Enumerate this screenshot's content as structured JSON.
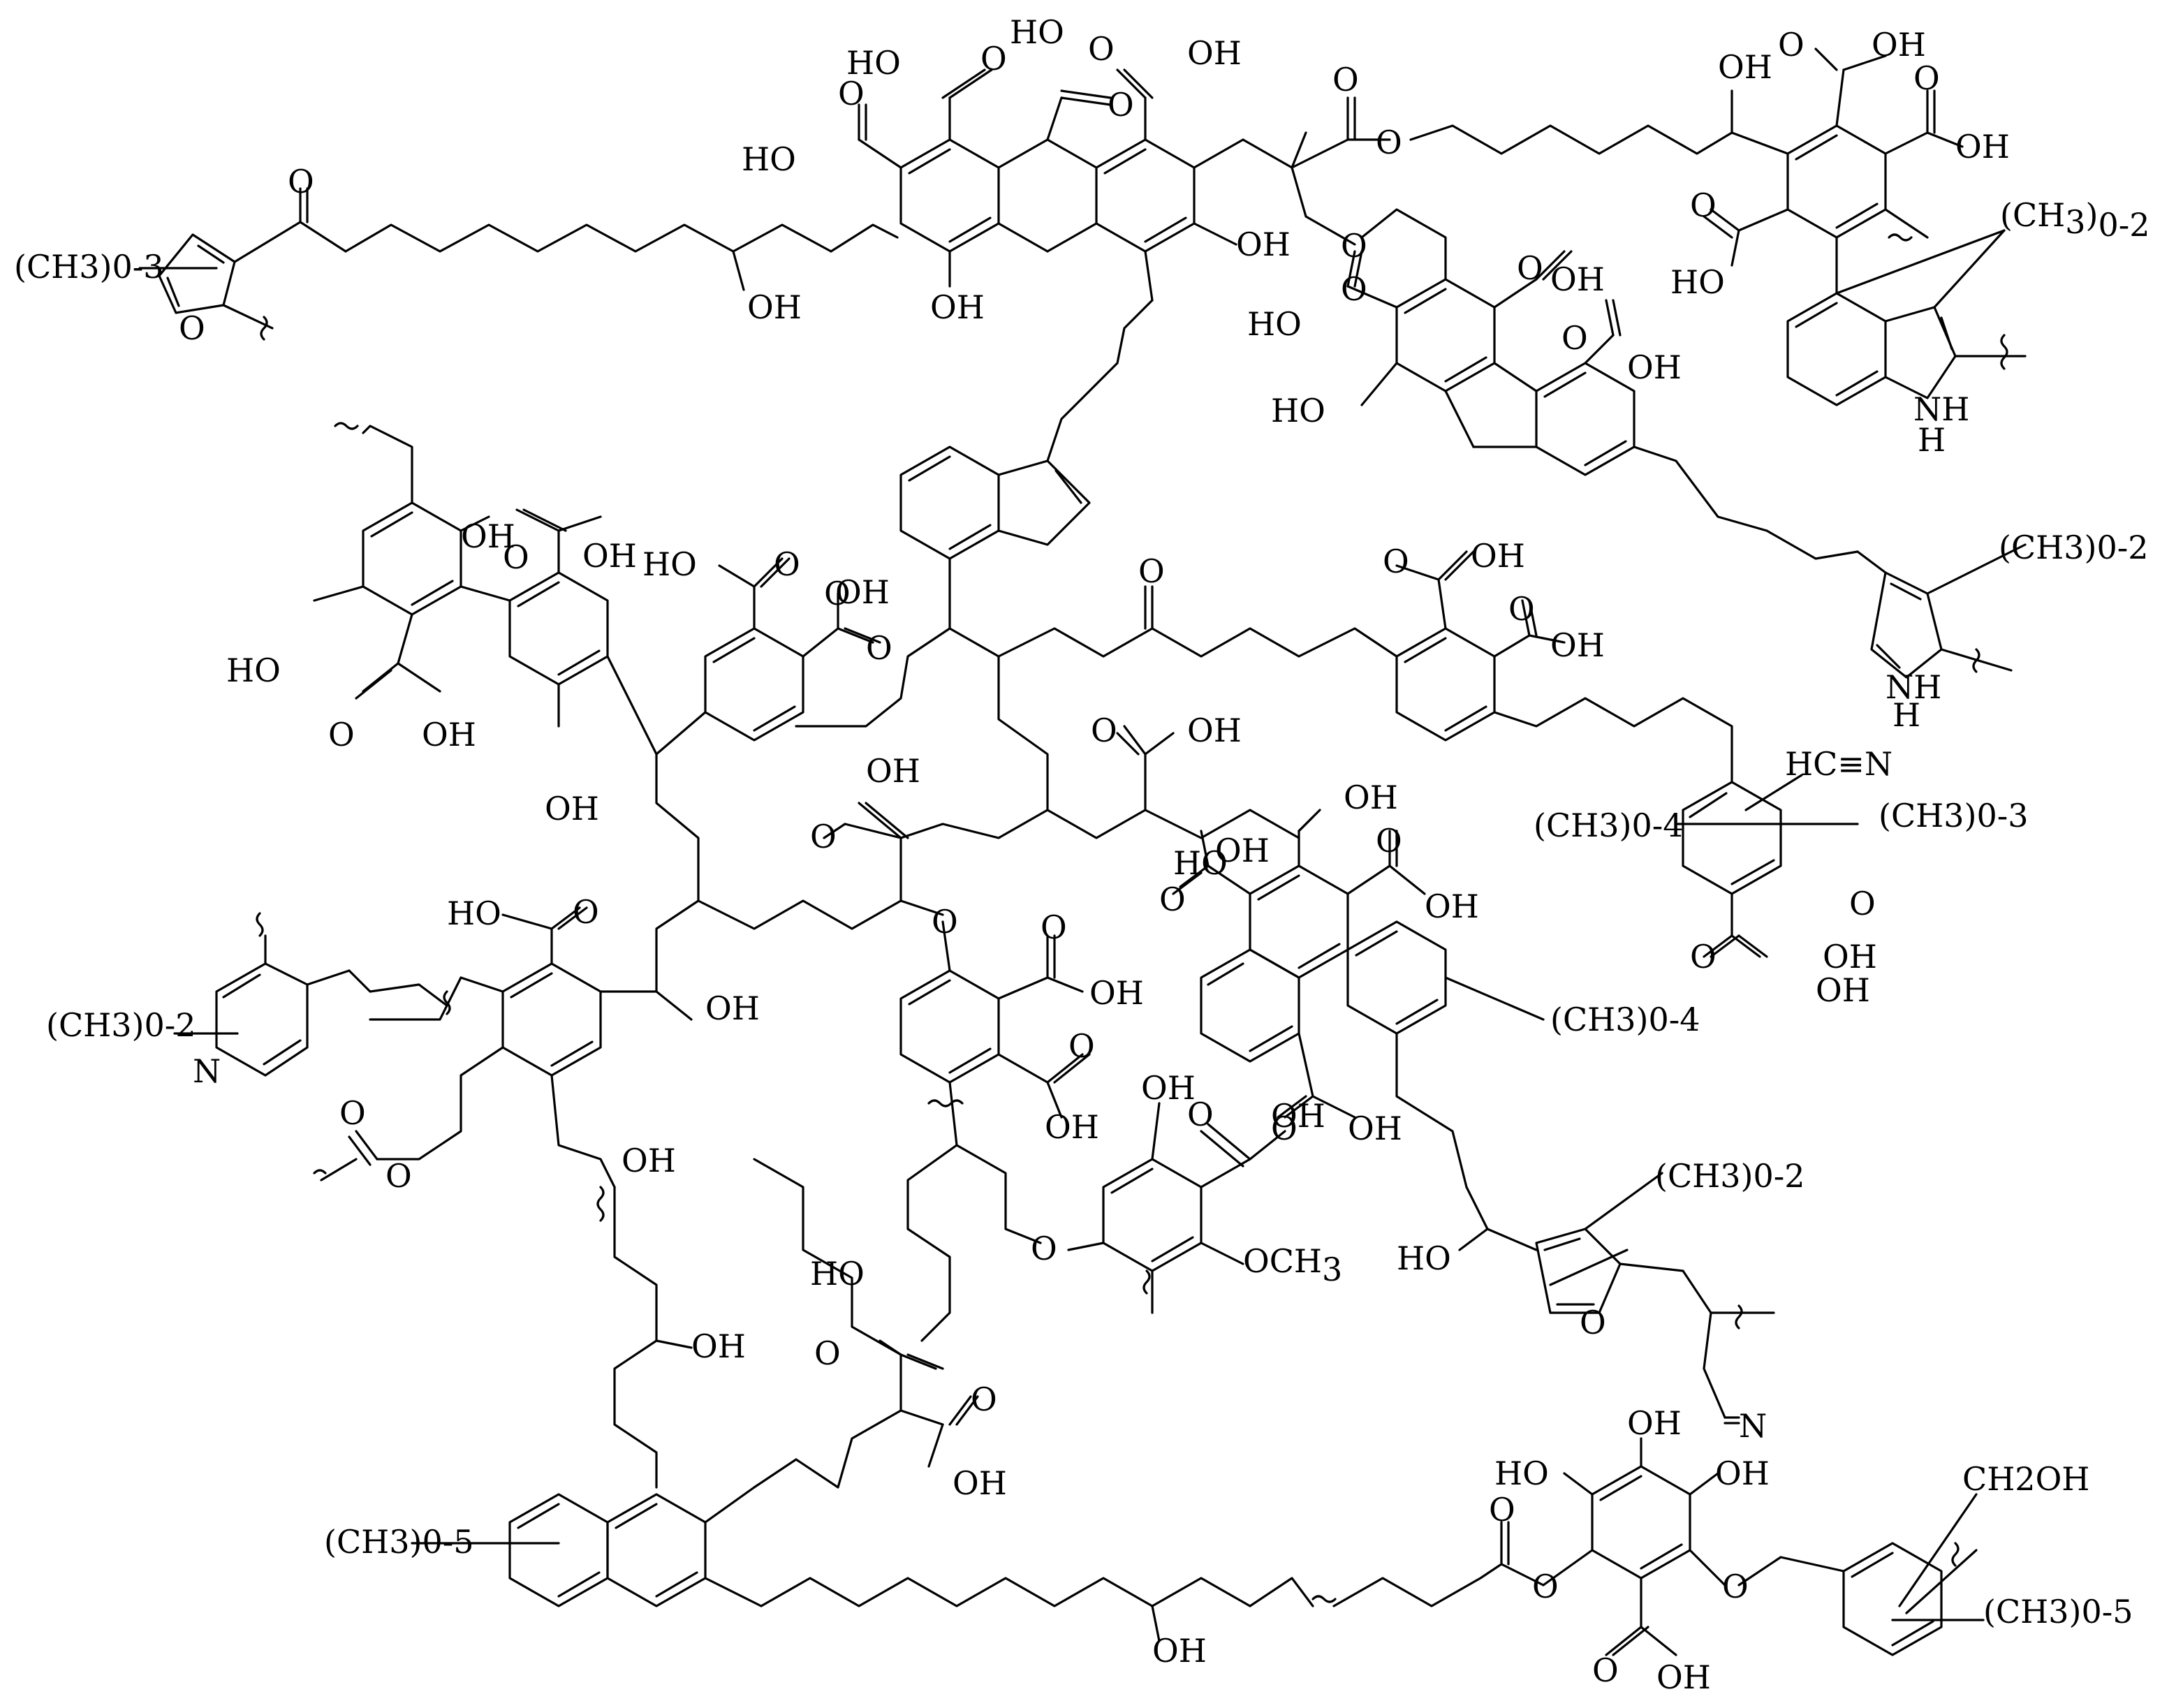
{
  "labels": {
    "me03_a": "(CH3)0-3",
    "me04_a": "(CH3)0-4",
    "me04_b": "(CH3)0-4",
    "me03_b": "(CH3)0-3",
    "me02_a": "(CH3)0-2",
    "me02_b": "(CH3)0-2",
    "me02_c": "(CH3)0-2",
    "me05_a": "(CH3)0-5",
    "me05_b": "(CH3)0-5",
    "ch3_top": "(CH",
    "ch3_top_sub3": "3",
    "ch3_top_paren": ")",
    "ch3_top_sub": "0-2",
    "och3": "OCH",
    "och3_sub": "3",
    "ch2oh": "CH2OH",
    "hcn": "HC≡N",
    "nitrile_n": "N",
    "oh": "OH",
    "ho": "HO",
    "o": "O",
    "n": "N",
    "nh": "NH",
    "h": "H"
  }
}
